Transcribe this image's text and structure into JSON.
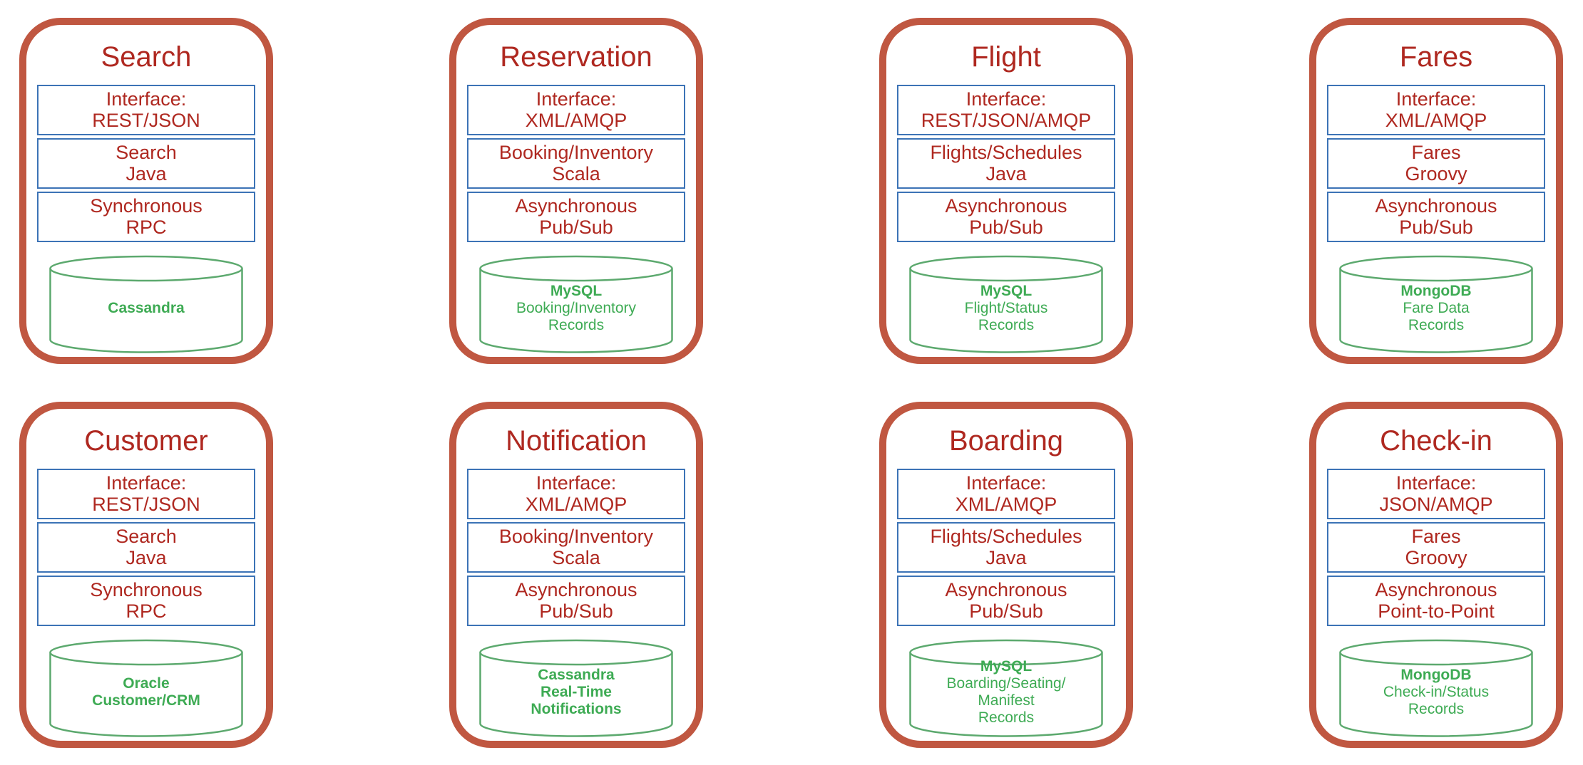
{
  "colors": {
    "card_border": "#C05741",
    "text_red": "#AF2820",
    "box_border": "#3C73B6",
    "db_stroke": "#5CA96E",
    "db_text": "#3EAB54"
  },
  "services": [
    {
      "title": "Search",
      "boxes": [
        {
          "line1": "Interface:",
          "line2": "REST/JSON"
        },
        {
          "line1": "Search",
          "line2": "Java"
        },
        {
          "line1": "Synchronous",
          "line2": "RPC"
        }
      ],
      "db": {
        "lines": [
          "Cassandra"
        ]
      }
    },
    {
      "title": "Reservation",
      "boxes": [
        {
          "line1": "Interface:",
          "line2": "XML/AMQP"
        },
        {
          "line1": "Booking/Inventory",
          "line2": "Scala"
        },
        {
          "line1": "Asynchronous",
          "line2": "Pub/Sub"
        }
      ],
      "db": {
        "lines": [
          "MySQL",
          "Booking/Inventory",
          "Records"
        ]
      }
    },
    {
      "title": "Flight",
      "boxes": [
        {
          "line1": "Interface:",
          "line2": "REST/JSON/AMQP"
        },
        {
          "line1": "Flights/Schedules",
          "line2": "Java"
        },
        {
          "line1": "Asynchronous",
          "line2": "Pub/Sub"
        }
      ],
      "db": {
        "lines": [
          "MySQL",
          "Flight/Status",
          "Records"
        ]
      }
    },
    {
      "title": "Fares",
      "boxes": [
        {
          "line1": "Interface:",
          "line2": "XML/AMQP"
        },
        {
          "line1": "Fares",
          "line2": "Groovy"
        },
        {
          "line1": "Asynchronous",
          "line2": "Pub/Sub"
        }
      ],
      "db": {
        "lines": [
          "MongoDB",
          "Fare Data",
          "Records"
        ]
      }
    },
    {
      "title": "Customer",
      "boxes": [
        {
          "line1": "Interface:",
          "line2": "REST/JSON"
        },
        {
          "line1": "Search",
          "line2": "Java"
        },
        {
          "line1": "Synchronous",
          "line2": "RPC"
        }
      ],
      "db": {
        "lines": [
          "Oracle",
          "Customer/CRM"
        ]
      }
    },
    {
      "title": "Notification",
      "boxes": [
        {
          "line1": "Interface:",
          "line2": "XML/AMQP"
        },
        {
          "line1": "Booking/Inventory",
          "line2": "Scala"
        },
        {
          "line1": "Asynchronous",
          "line2": "Pub/Sub"
        }
      ],
      "db": {
        "lines": [
          "Cassandra",
          "Real-Time",
          "Notifications"
        ]
      }
    },
    {
      "title": "Boarding",
      "boxes": [
        {
          "line1": "Interface:",
          "line2": "XML/AMQP"
        },
        {
          "line1": "Flights/Schedules",
          "line2": "Java"
        },
        {
          "line1": "Asynchronous",
          "line2": "Pub/Sub"
        }
      ],
      "db": {
        "lines": [
          "MySQL",
          "Boarding/Seating/",
          "Manifest",
          "Records"
        ]
      }
    },
    {
      "title": "Check-in",
      "boxes": [
        {
          "line1": "Interface:",
          "line2": "JSON/AMQP"
        },
        {
          "line1": "Fares",
          "line2": "Groovy"
        },
        {
          "line1": "Asynchronous",
          "line2": "Point-to-Point"
        }
      ],
      "db": {
        "lines": [
          "MongoDB",
          "Check-in/Status",
          "Records"
        ]
      }
    }
  ]
}
